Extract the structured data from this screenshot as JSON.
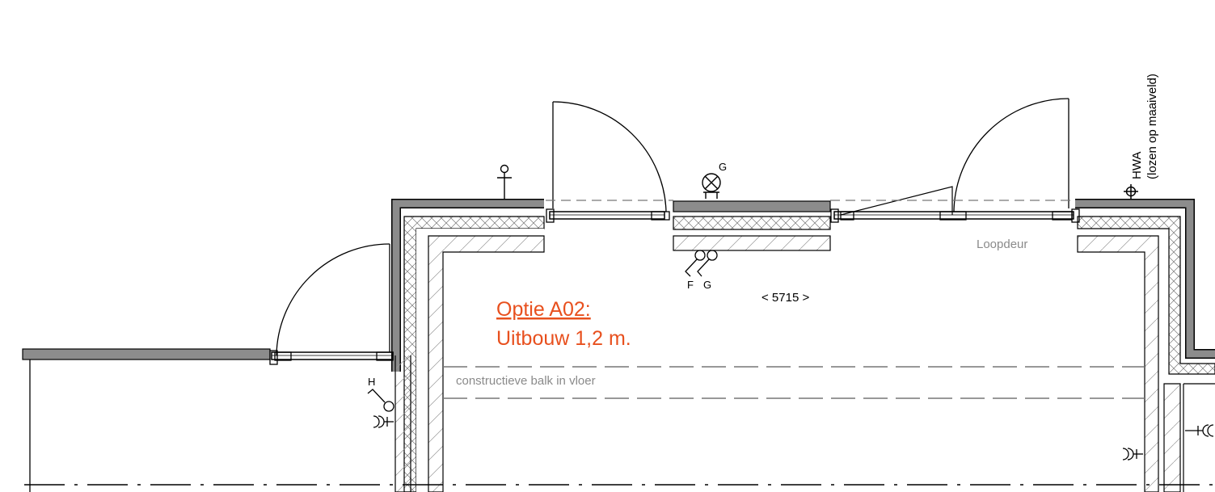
{
  "labels": {
    "option_title": "Optie A02:",
    "option_sub": "Uitbouw 1,2 m.",
    "dimension": "< 5715 >",
    "beam": "constructieve balk in vloer",
    "door": "Loopdeur",
    "hwa": "HWA",
    "hwa_note": "(lozen op maaiveld)",
    "lamp_g": "G",
    "switch_f": "F",
    "switch_g": "G",
    "switch_h": "H"
  },
  "colors": {
    "accent": "#e8501e",
    "wall_fill": "#8c8c8c",
    "line": "#000000",
    "grey_text": "#8a8a8a"
  }
}
